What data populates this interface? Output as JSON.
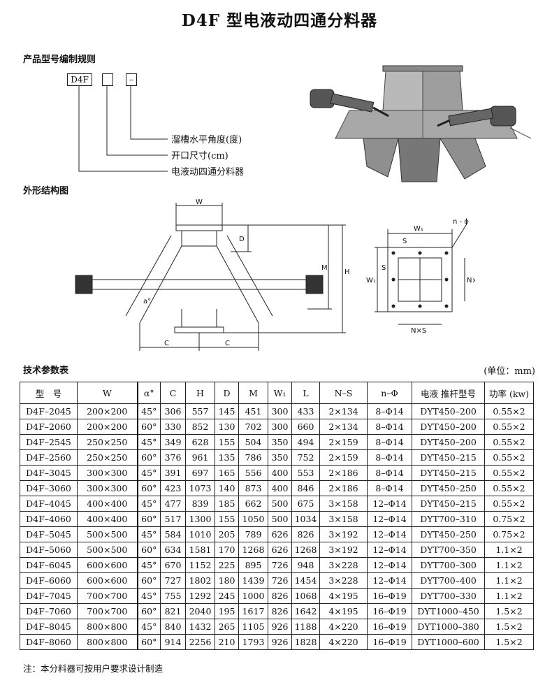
{
  "title": "D4F 型电液动四通分料器",
  "sections": {
    "model_rule": "产品型号编制规则",
    "structure": "外形结构图",
    "params": "技术参数表"
  },
  "model_code": {
    "box1": "D4F",
    "box2": "",
    "box3": "–",
    "legend": [
      "溜槽水平角度(度)",
      "开口尺寸(cm)",
      "电液动四通分料器"
    ]
  },
  "drawing_labels": {
    "W": "W",
    "D": "D",
    "M": "M",
    "H": "H",
    "C": "C",
    "W1": "W₁",
    "S": "S",
    "NxS": "N×S",
    "n_phi": "n - ϕ",
    "alpha": "a°"
  },
  "unit": "(单位：mm)",
  "table": {
    "headers": [
      "型　号",
      "W",
      "α°",
      "C",
      "H",
      "D",
      "M",
      "W₁",
      "L",
      "N–S",
      "n–Φ",
      "电液 推杆型号",
      "功率 (kw)"
    ],
    "rows": [
      [
        "D4F–2045",
        "200×200",
        "45°",
        "306",
        "557",
        "145",
        "451",
        "300",
        "433",
        "2×134",
        "8–Φ14",
        "DYT450–200",
        "0.55×2"
      ],
      [
        "D4F–2060",
        "200×200",
        "60°",
        "330",
        "852",
        "130",
        "702",
        "300",
        "660",
        "2×134",
        "8–Φ14",
        "DYT450–200",
        "0.55×2"
      ],
      [
        "D4F–2545",
        "250×250",
        "45°",
        "349",
        "628",
        "155",
        "504",
        "350",
        "494",
        "2×159",
        "8–Φ14",
        "DYT450–200",
        "0.55×2"
      ],
      [
        "D4F–2560",
        "250×250",
        "60°",
        "376",
        "961",
        "135",
        "786",
        "350",
        "752",
        "2×159",
        "8–Φ14",
        "DYT450–215",
        "0.55×2"
      ],
      [
        "D4F–3045",
        "300×300",
        "45°",
        "391",
        "697",
        "165",
        "556",
        "400",
        "553",
        "2×186",
        "8–Φ14",
        "DYT450–215",
        "0.55×2"
      ],
      [
        "D4F–3060",
        "300×300",
        "60°",
        "423",
        "1073",
        "140",
        "873",
        "400",
        "846",
        "2×186",
        "8–Φ14",
        "DYT450–250",
        "0.55×2"
      ],
      [
        "D4F–4045",
        "400×400",
        "45°",
        "477",
        "839",
        "185",
        "662",
        "500",
        "675",
        "3×158",
        "12–Φ14",
        "DYT450–215",
        "0.55×2"
      ],
      [
        "D4F–4060",
        "400×400",
        "60°",
        "517",
        "1300",
        "155",
        "1050",
        "500",
        "1034",
        "3×158",
        "12–Φ14",
        "DYT700–310",
        "0.75×2"
      ],
      [
        "D4F–5045",
        "500×500",
        "45°",
        "584",
        "1010",
        "205",
        "789",
        "626",
        "826",
        "3×192",
        "12–Φ14",
        "DYT450–250",
        "0.75×2"
      ],
      [
        "D4F–5060",
        "500×500",
        "60°",
        "634",
        "1581",
        "170",
        "1268",
        "626",
        "1268",
        "3×192",
        "12–Φ14",
        "DYT700–350",
        "1.1×2"
      ],
      [
        "D4F–6045",
        "600×600",
        "45°",
        "670",
        "1152",
        "225",
        "895",
        "726",
        "948",
        "3×228",
        "12–Φ14",
        "DYT700–300",
        "1.1×2"
      ],
      [
        "D4F–6060",
        "600×600",
        "60°",
        "727",
        "1802",
        "180",
        "1439",
        "726",
        "1454",
        "3×228",
        "12–Φ14",
        "DYT700–400",
        "1.1×2"
      ],
      [
        "D4F–7045",
        "700×700",
        "45°",
        "755",
        "1292",
        "245",
        "1000",
        "826",
        "1068",
        "4×195",
        "16–Φ19",
        "DYT700–330",
        "1.1×2"
      ],
      [
        "D4F–7060",
        "700×700",
        "60°",
        "821",
        "2040",
        "195",
        "1617",
        "826",
        "1642",
        "4×195",
        "16–Φ19",
        "DYT1000–450",
        "1.5×2"
      ],
      [
        "D4F–8045",
        "800×800",
        "45°",
        "840",
        "1432",
        "265",
        "1105",
        "926",
        "1188",
        "4×220",
        "16–Φ19",
        "DYT1000–380",
        "1.5×2"
      ],
      [
        "D4F–8060",
        "800×800",
        "60°",
        "914",
        "2256",
        "210",
        "1793",
        "926",
        "1828",
        "4×220",
        "16–Φ19",
        "DYT1000–600",
        "1.5×2"
      ]
    ]
  },
  "note": "注：本分料器可按用户要求设计制造"
}
